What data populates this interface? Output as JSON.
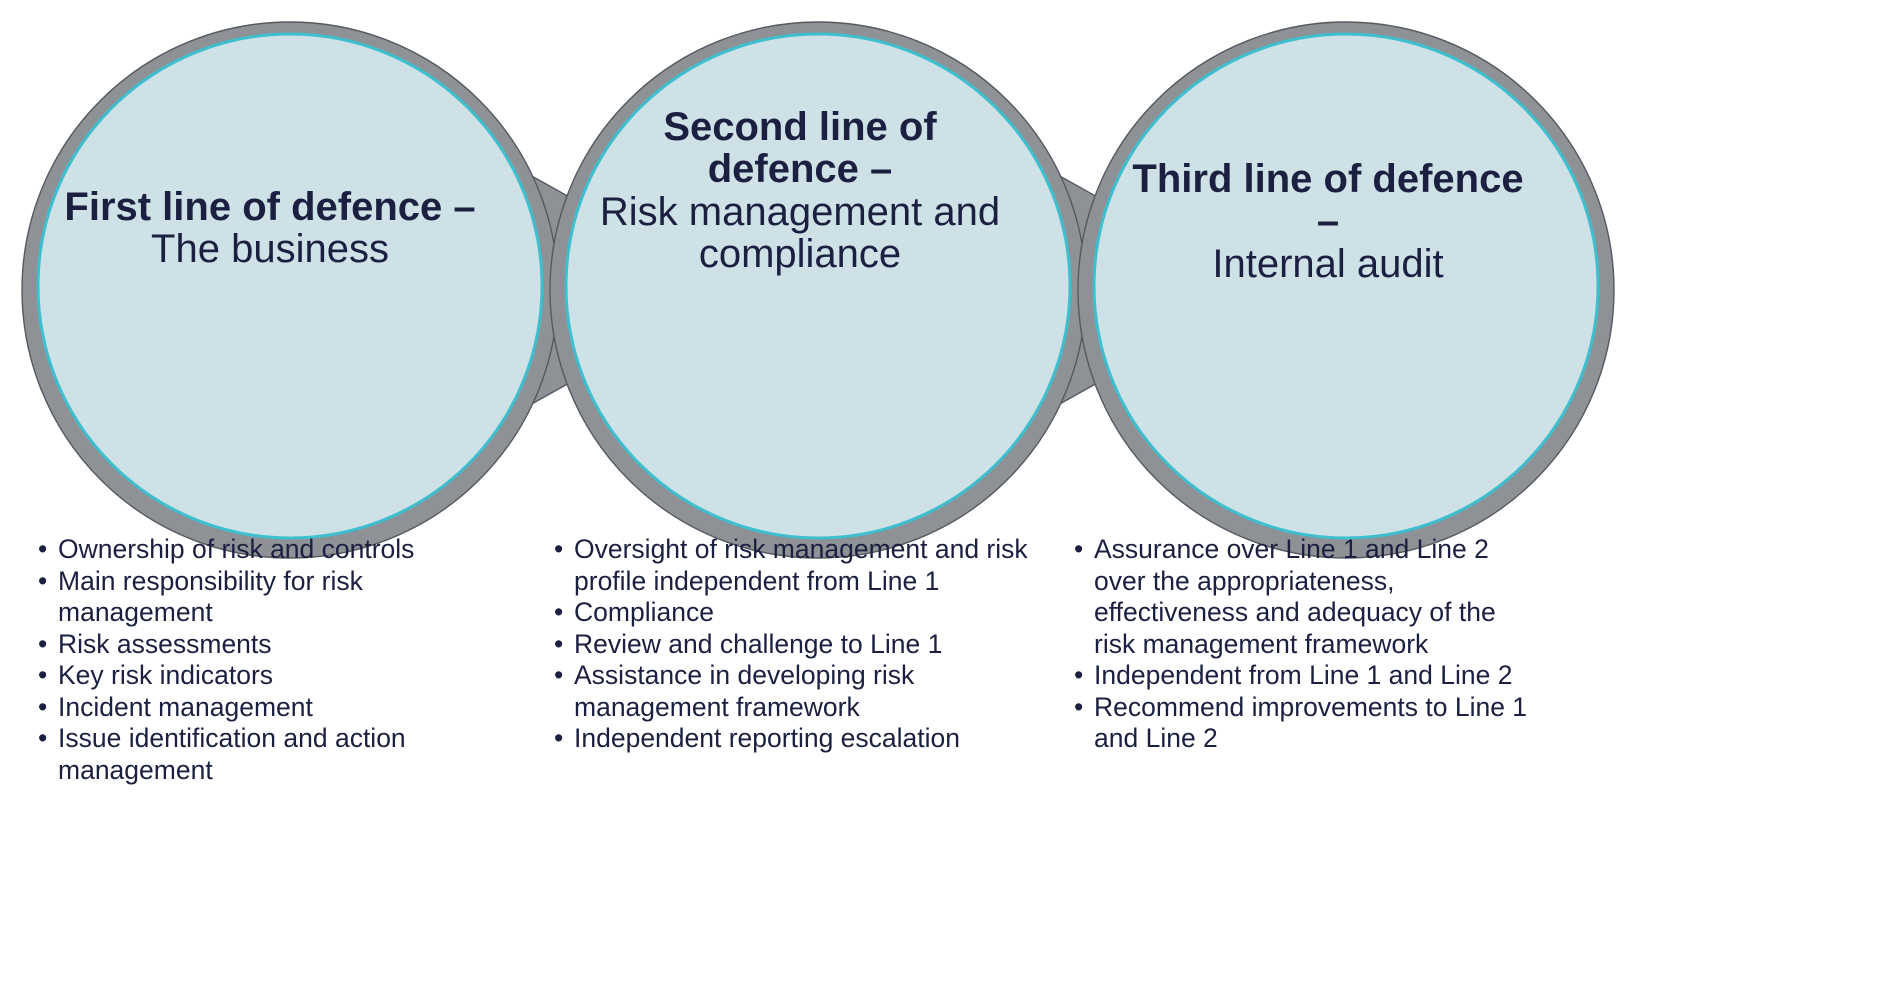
{
  "diagram": {
    "title": "Three lines of defence",
    "background": "#ffffff",
    "colors": {
      "circle_fill": "#cee1e6",
      "circle_border": "#8e9196",
      "circle_rim": "#3dbfce",
      "arrow_fill": "#8e9196",
      "text": "#1b2040"
    },
    "nodes": [
      {
        "id": "line-1",
        "heading_bold": "First line of defence –",
        "heading_light": "The business",
        "bullets": [
          "Ownership of risk and controls",
          "Main responsibility for risk management",
          "Risk assessments",
          "Key risk indicators",
          "Incident management",
          "Issue identification and action management"
        ]
      },
      {
        "id": "line-2",
        "heading_bold": "Second line of defence –",
        "heading_light": "Risk management and compliance",
        "bullets": [
          "Oversight of risk management and risk profile independent from Line 1",
          "Compliance",
          "Review and challenge to Line 1",
          "Assistance in developing risk management framework",
          "Independent reporting escalation"
        ]
      },
      {
        "id": "line-3",
        "heading_bold": "Third line of defence –",
        "heading_light": "Internal audit",
        "bullets": [
          "Assurance over Line 1 and Line 2 over the appropriateness, effectiveness and adequacy of the risk management framework",
          "Independent from Line 1 and Line 2",
          "Recommend improvements to Line 1 and Line 2"
        ]
      }
    ],
    "connectors": [
      {
        "id": "arrow-1-to-2",
        "label": "chevron-arrow-right"
      },
      {
        "id": "arrow-2-to-3",
        "label": "chevron-arrow-right"
      }
    ]
  }
}
